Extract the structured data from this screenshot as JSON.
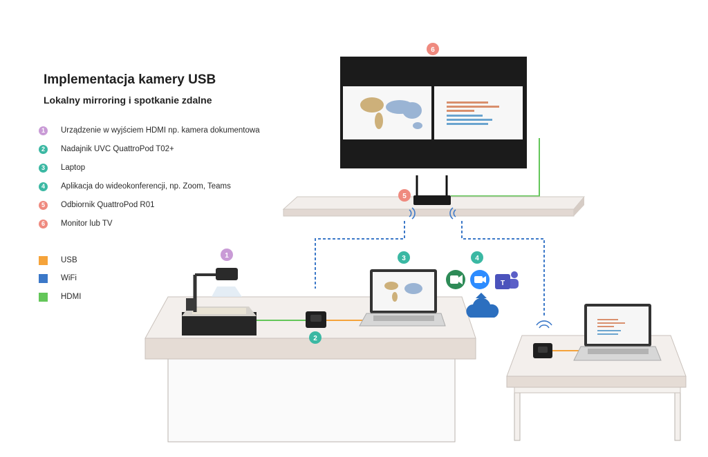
{
  "title": "Implementacja kamery USB",
  "subtitle": "Lokalny mirroring i spotkanie zdalne",
  "devices": [
    {
      "number": "1",
      "label": "Urządzenie w wyjściem HDMI np. kamera dokumentowa",
      "color": "#c99bd6"
    },
    {
      "number": "2",
      "label": "Nadajnik UVC QuattroPod T02+",
      "color": "#3bb8a3"
    },
    {
      "number": "3",
      "label": "Laptop",
      "color": "#3bb8a3"
    },
    {
      "number": "4",
      "label": "Aplikacja do wideokonferencji, np. Zoom, Teams",
      "color": "#3bb8a3"
    },
    {
      "number": "5",
      "label": "Odbiornik QuattroPod R01",
      "color": "#ef8a7f"
    },
    {
      "number": "6",
      "label": "Monitor lub TV",
      "color": "#ef8a7f"
    }
  ],
  "connections": [
    {
      "label": "USB",
      "color": "#f5a33a"
    },
    {
      "label": "WiFi",
      "color": "#3b78c8"
    },
    {
      "label": "HDMI",
      "color": "#63c659"
    }
  ],
  "icons": [
    "document-camera-icon",
    "transmitter-icon",
    "laptop-icon",
    "router-icon",
    "monitor-icon",
    "google-meet-icon",
    "zoom-icon",
    "teams-icon",
    "cloud-upload-icon",
    "wifi-icon"
  ]
}
